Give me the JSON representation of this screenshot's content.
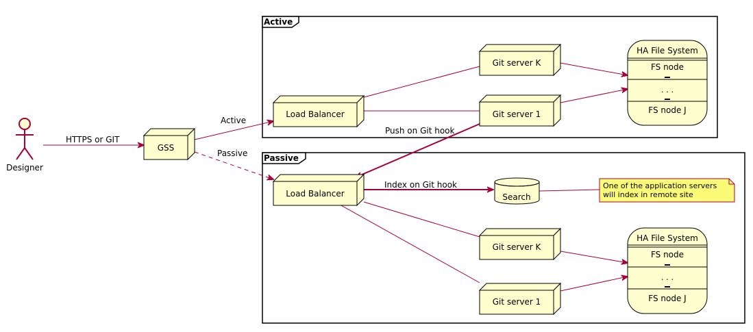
{
  "actor": {
    "name": "Designer"
  },
  "gss": {
    "label": "GSS"
  },
  "edges": {
    "designer_to_gss": "HTTPS or GIT",
    "gss_active": "Active",
    "gss_passive": "Passive",
    "push_hook": "Push on Git hook",
    "index_hook": "Index on Git hook"
  },
  "active": {
    "title": "Active",
    "load_balancer": "Load Balancer",
    "git_server_k": "Git server K",
    "git_server_1": "Git server 1",
    "fs": {
      "title": "HA File System",
      "node_first": "FS node",
      "ellipsis": ". . .",
      "node_last": "FS node J"
    }
  },
  "passive": {
    "title": "Passive",
    "load_balancer": "Load Balancer",
    "search": "Search",
    "git_server_k": "Git server K",
    "git_server_1": "Git server 1",
    "fs": {
      "title": "HA File System",
      "node_first": "FS node",
      "ellipsis": ". . .",
      "node_last": "FS node J"
    }
  },
  "note": {
    "line1": "One of the application servers",
    "line2": "will index in remote site"
  },
  "colors": {
    "node_fill": "#FEFECE",
    "edge": "#A80036",
    "note_fill": "#FBFB77"
  }
}
